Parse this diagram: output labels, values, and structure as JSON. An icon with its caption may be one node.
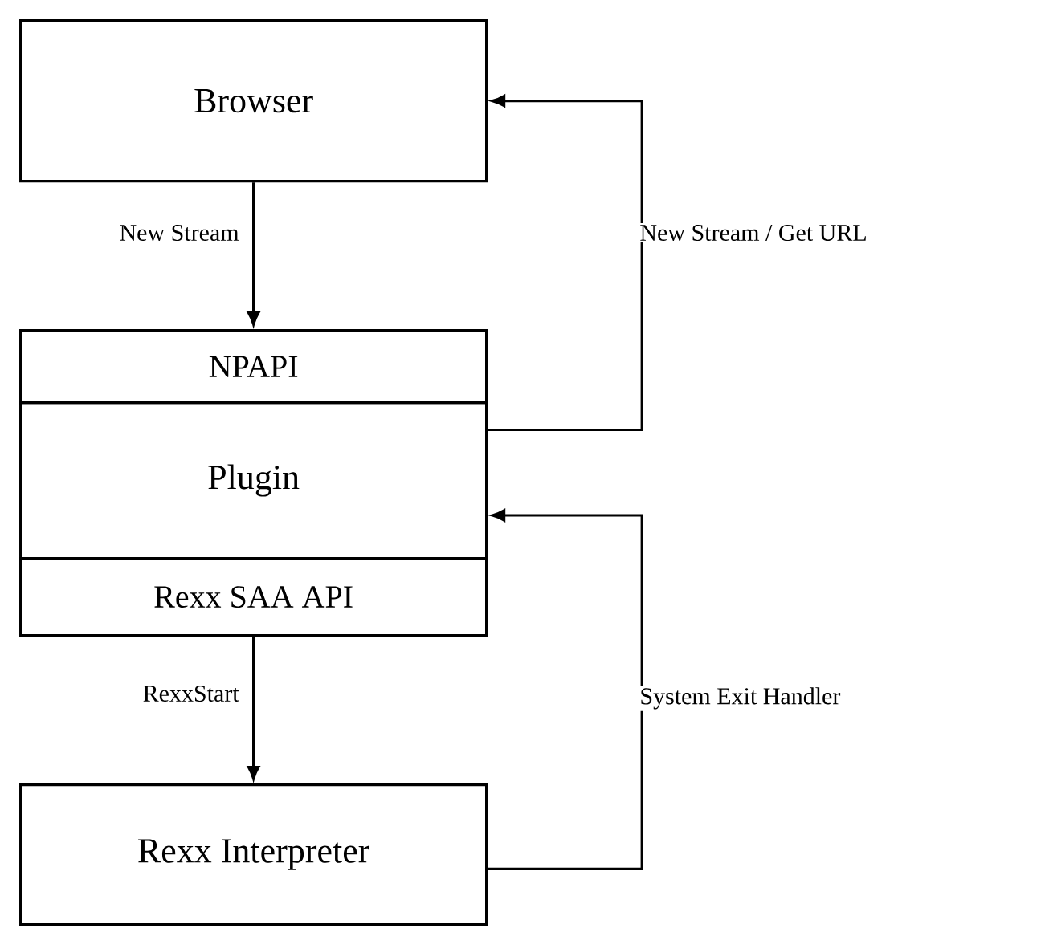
{
  "diagram": {
    "nodes": [
      {
        "text": [
          "Browser"
        ]
      },
      {
        "text": [
          "NPAPI"
        ]
      },
      {
        "text": [
          "Plugin"
        ]
      },
      {
        "text": [
          "Rexx SAA API"
        ]
      },
      {
        "text": [
          "Rexx Interpreter"
        ]
      }
    ],
    "edges": [
      {
        "from": 0,
        "to": 1,
        "arrow": "to",
        "label": "New Stream"
      },
      {
        "from": 2,
        "to": 0,
        "arrow": "to",
        "label": "New Stream / Get URL"
      },
      {
        "from": 3,
        "to": 4,
        "arrow": "to",
        "label": "RexxStart"
      },
      {
        "from": 4,
        "to": 2,
        "arrow": "to",
        "label": "System Exit Handler"
      }
    ]
  }
}
